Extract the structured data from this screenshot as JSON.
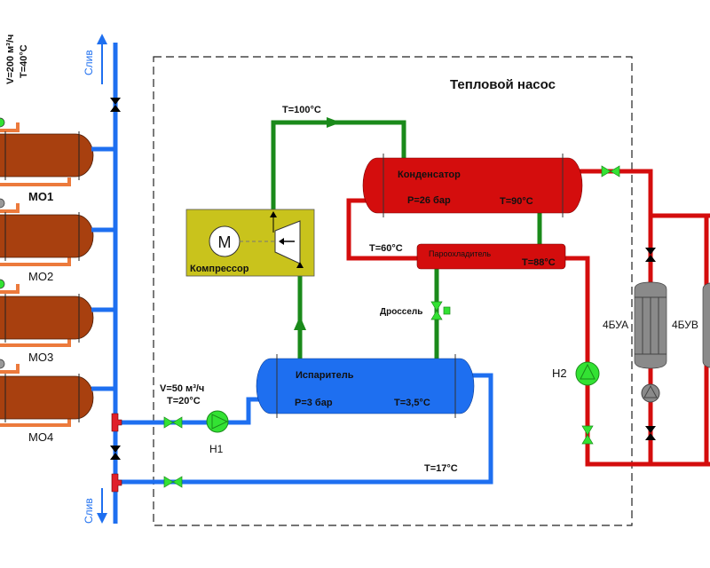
{
  "title": "Тепловой насос",
  "colors": {
    "water_supply": "#1e6ff0",
    "refrigerant": "#1a8a1a",
    "hot": "#d40d0d",
    "vessel": "#a8400f",
    "vessel_pipe": "#ec7a3c",
    "compressor": "#c9c31c",
    "valve_green": "#33e233",
    "exchanger": "#8a8a8a"
  },
  "left": {
    "flow": "V=200 м³/ч",
    "temp": "T=40°C",
    "drain_top": "Слив",
    "drain_bottom": "Слив",
    "vessels": [
      "МО1",
      "МО2",
      "МО3",
      "МО4"
    ]
  },
  "inlet": {
    "flow": "V=50 м³/ч",
    "temp": "T=20°C",
    "pump": "Н1"
  },
  "return_temp": "T=17°C",
  "compressor": {
    "label": "Компрессор",
    "motor": "M",
    "discharge_temp": "T=100°C"
  },
  "condenser": {
    "label": "Конденсатор",
    "pressure": "P=26 бар",
    "temp": "T=90°C"
  },
  "desuperheater": {
    "label": "Пароохладитель",
    "temp": "T=88°C",
    "out_temp": "T=60°C"
  },
  "throttle": "Дроссель",
  "evaporator": {
    "label": "Испаритель",
    "pressure": "P=3 бар",
    "temp": "T=3,5°C"
  },
  "pump2": "Н2",
  "exchangers": [
    "4БУА",
    "4БУВ"
  ]
}
